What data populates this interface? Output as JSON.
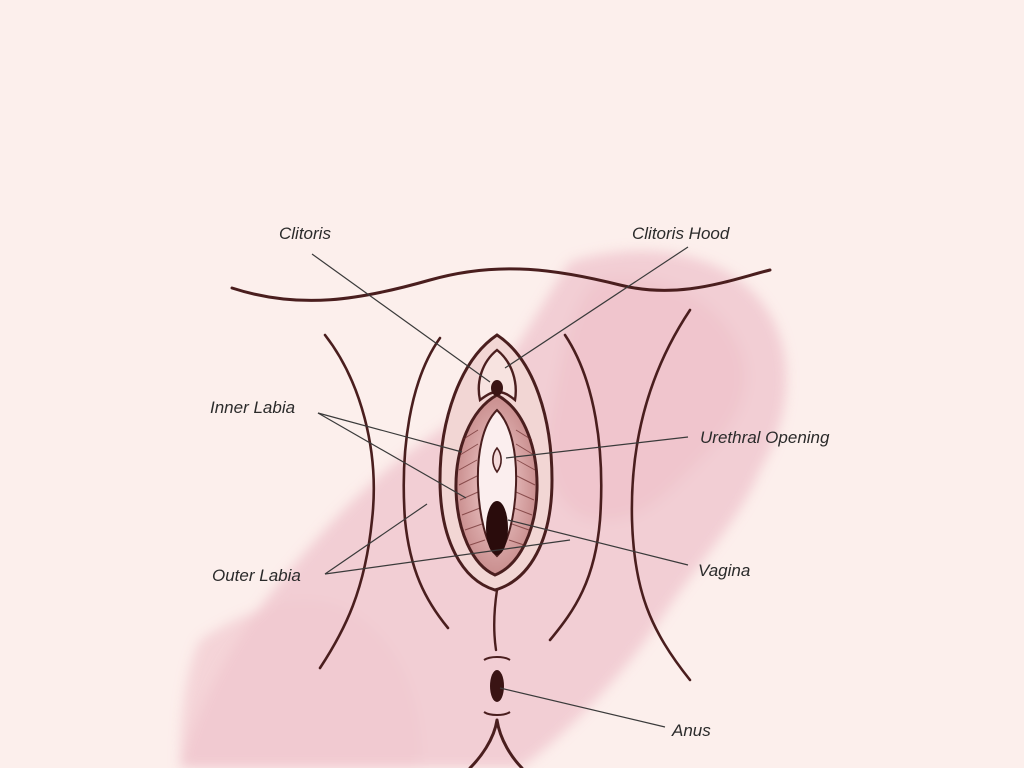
{
  "diagram": {
    "labels": {
      "clitoris": "Clitoris",
      "clitoris_hood": "Clitoris Hood",
      "inner_labia": "Inner Labia",
      "urethral_opening": "Urethral Opening",
      "outer_labia": "Outer Labia",
      "vagina": "Vagina",
      "anus": "Anus"
    }
  },
  "colors": {
    "background": "#fcefec",
    "watercolor": "#efc3cc",
    "ink": "#4a1e1e",
    "leader_line": "#3a3a3a",
    "label_text": "#2b2b2b"
  }
}
